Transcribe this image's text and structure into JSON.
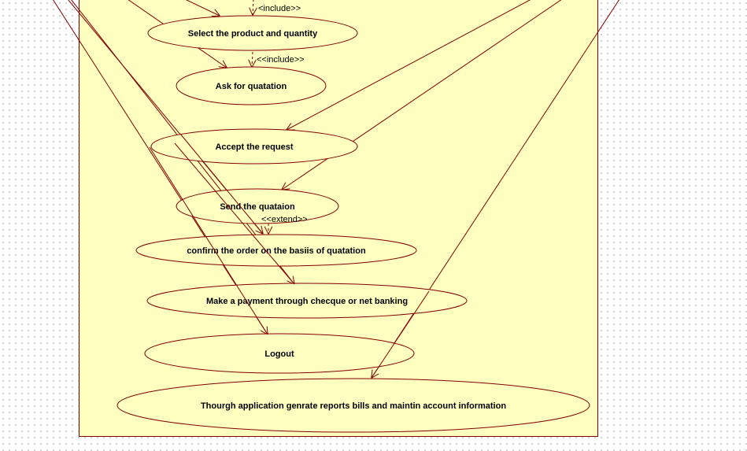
{
  "colors": {
    "boundary_fill": "#ffffc0",
    "line": "#800000",
    "text": "#000000"
  },
  "use_cases": {
    "select_product": "Select the product and quantity",
    "ask_quotation": "Ask for quatation",
    "accept_request": "Accept the request",
    "send_quotation": "Send the quataion",
    "confirm_order": "confirm the order on the basiis of quatation",
    "make_payment": "Make a payment through checque or net banking",
    "logout": "Logout",
    "generate_reports": "Thourgh application genrate reports bills and maintin account information"
  },
  "stereotypes": {
    "include_top": "<include>>",
    "include_mid": "<<include>>",
    "extend": "<<extend>>"
  }
}
